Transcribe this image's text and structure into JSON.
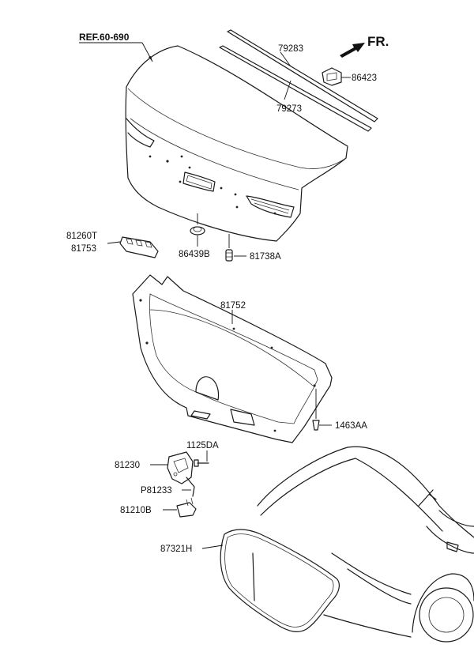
{
  "diagram": {
    "ref_label": "REF.60-690",
    "direction_label": "FR.",
    "callouts": {
      "p79283": "79283",
      "p79273": "79273",
      "p86423": "86423",
      "p81260t": "81260T",
      "p81753": "81753",
      "p86439b": "86439B",
      "p81738a": "81738A",
      "p81752": "81752",
      "p1463aa": "1463AA",
      "p1125da": "1125DA",
      "p81230": "81230",
      "p81233": "P81233",
      "p81210b": "81210B",
      "p87321h": "87321H"
    }
  }
}
